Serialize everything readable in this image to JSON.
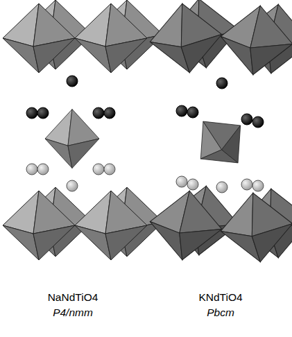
{
  "diagram": {
    "labels": [
      "NaNdTiO4",
      "P4/nmm",
      "KNdTiO4",
      "Pbcm"
    ]
  }
}
